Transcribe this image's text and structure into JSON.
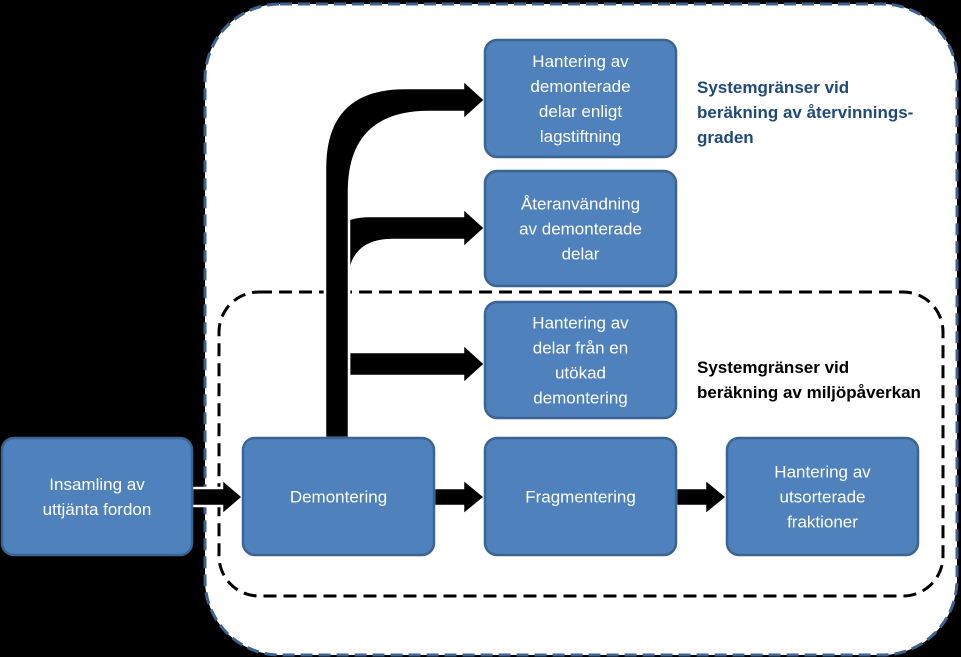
{
  "colors": {
    "background": "#000000",
    "outer_region_fill": "#ffffff",
    "outer_region_border": "#3b6290",
    "inner_region_border": "#000000",
    "box_fill": "#4f81bd",
    "box_border": "#3a6592",
    "box_text": "#ffffff",
    "arrow_fill": "#000000",
    "arrow_outline": "#ffffff",
    "outer_label_color": "#1f497d",
    "inner_label_color": "#000000"
  },
  "nodes": {
    "insamling": {
      "lines": [
        "Insamling av",
        "uttjänta fordon"
      ]
    },
    "demontering": {
      "lines": [
        "Demontering"
      ]
    },
    "fragmentering": {
      "lines": [
        "Fragmentering"
      ]
    },
    "hantering_fraktioner": {
      "lines": [
        "Hantering av",
        "utsorterade",
        "fraktioner"
      ]
    },
    "hantering_lagstiftning": {
      "lines": [
        "Hantering av",
        "demonterade",
        "delar enligt",
        "lagstiftning"
      ]
    },
    "ateranvandning": {
      "lines": [
        "Återanvändning",
        "av demonterade",
        "delar"
      ]
    },
    "hantering_utokad": {
      "lines": [
        "Hantering av",
        "delar från en",
        "utökad",
        "demontering"
      ]
    }
  },
  "boundaries": {
    "outer": {
      "lines": [
        "Systemgränser vid",
        "beräkning av återvinnings-",
        "graden"
      ]
    },
    "inner": {
      "lines": [
        "Systemgränser vid",
        "beräkning av miljöpåverkan"
      ]
    }
  }
}
